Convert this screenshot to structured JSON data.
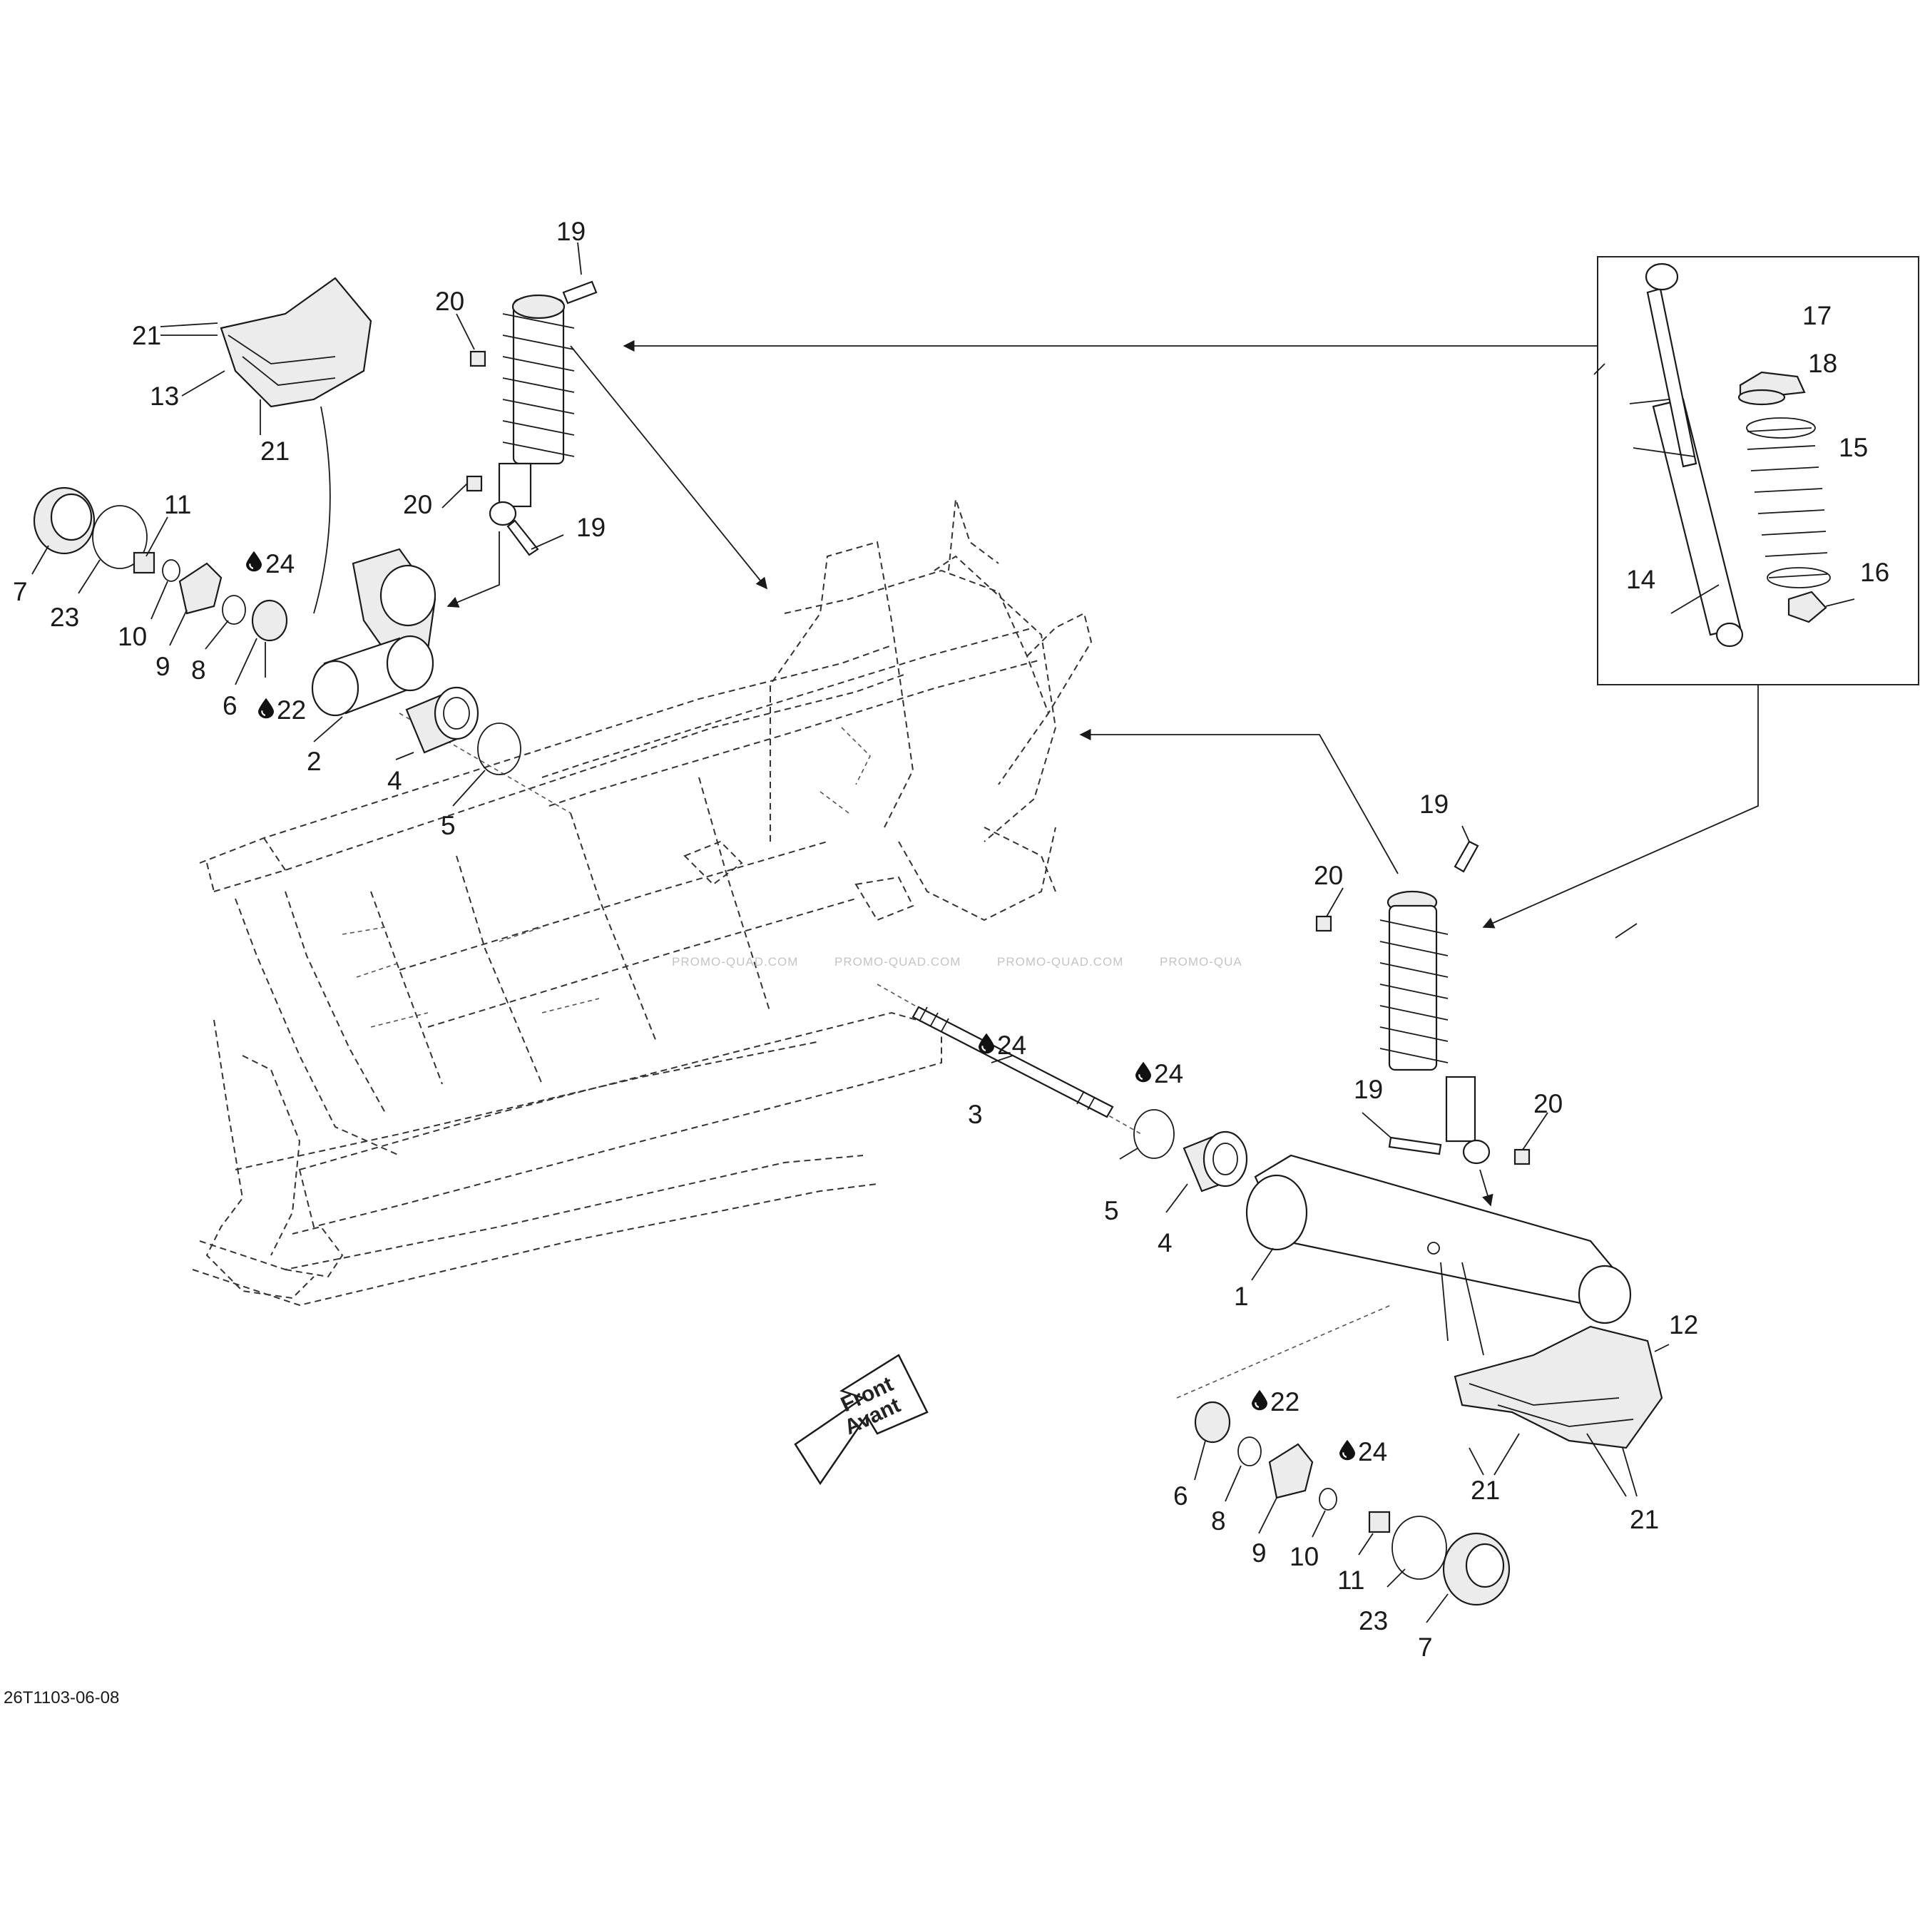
{
  "labels": {
    "l1": "1",
    "l2": "2",
    "l3": "3",
    "l4a": "4",
    "l4b": "4",
    "l5a": "5",
    "l5b": "5",
    "l6a": "6",
    "l6b": "6",
    "l7a": "7",
    "l7b": "7",
    "l8a": "8",
    "l8b": "8",
    "l9a": "9",
    "l9b": "9",
    "l10a": "10",
    "l10b": "10",
    "l11a": "11",
    "l11b": "11",
    "l12": "12",
    "l13": "13",
    "l14": "14",
    "l15": "15",
    "l16": "16",
    "l17": "17",
    "l18": "18",
    "l19a": "19",
    "l19b": "19",
    "l19c": "19",
    "l19d": "19",
    "l20a": "20",
    "l20b": "20",
    "l20c": "20",
    "l20d": "20",
    "l21a": "21",
    "l21b": "21",
    "l21c": "21",
    "l21d": "21",
    "l22a": "22",
    "l22b": "22",
    "l23a": "23",
    "l23b": "23",
    "l24a": "24",
    "l24b": "24",
    "l24c": "24",
    "l24d": "24"
  },
  "front_arrow": {
    "line1": "Front",
    "line2": "Avant"
  },
  "watermarks": [
    "PROMO-QUAD.COM",
    "PROMO-QUAD.COM",
    "PROMO-QUAD.COM",
    "PROMO-QUA"
  ],
  "drawing_code": "26T1103-06-08",
  "colors": {
    "line": "#1a1a1a",
    "watermark": "#c4c4c4",
    "background": "#ffffff"
  }
}
